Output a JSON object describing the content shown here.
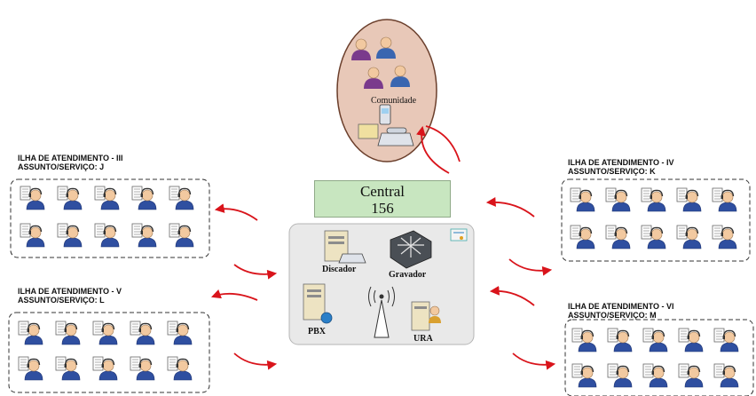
{
  "community": {
    "label": "Comunidade",
    "fill": "#e8c8b8",
    "stroke": "#6b3f2c"
  },
  "central": {
    "line1": "Central",
    "line2": "156",
    "fill": "#c8e6c0"
  },
  "servers": {
    "discador": "Discador",
    "gravador": "Gravador",
    "pbx": "PBX",
    "ura": "URA"
  },
  "islands": [
    {
      "id": "iii",
      "title": "ILHA DE ATENDIMENTO - III",
      "subtitle": "ASSUNTO/SERVIÇO: J"
    },
    {
      "id": "iv",
      "title": "ILHA DE ATENDIMENTO - IV",
      "subtitle": "ASSUNTO/SERVIÇO: K"
    },
    {
      "id": "v",
      "title": "ILHA DE ATENDIMENTO - V",
      "subtitle": "ASSUNTO/SERVIÇO: L"
    },
    {
      "id": "vi",
      "title": "ILHA DE ATENDIMENTO - VI",
      "subtitle": "ASSUNTO/SERVIÇO: M"
    }
  ],
  "colors": {
    "arrow": "#d9141b",
    "agent_shirt": "#2f4fa0",
    "agent_skin": "#f2c9a0",
    "hub_fill": "#e9e9e9"
  },
  "icons": {
    "agent": "call-center-agent-icon",
    "community_person": "person-icon",
    "phone": "telephone-icon",
    "antenna": "wireless-antenna-icon"
  }
}
